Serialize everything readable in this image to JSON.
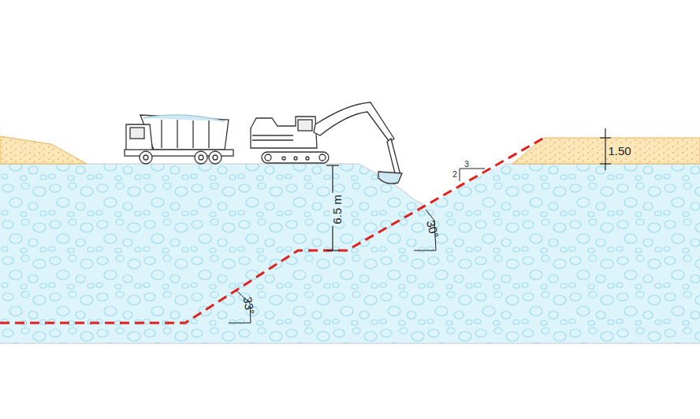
{
  "diagram": {
    "labels": [
      "6.5 m",
      "30°",
      "33°",
      "1.50",
      "3",
      "2"
    ]
  }
}
